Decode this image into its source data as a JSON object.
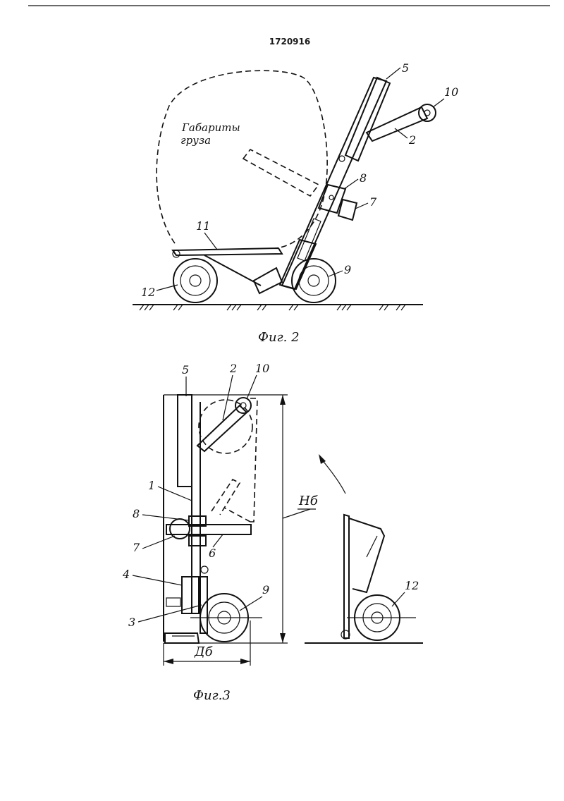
{
  "patent_number": "1720916",
  "fig2": {
    "caption": "Фиг. 2",
    "cargo_label_line1": "Габариты",
    "cargo_label_line2": "груза",
    "callouts": [
      "5",
      "10",
      "2",
      "8",
      "7",
      "11",
      "9",
      "12"
    ]
  },
  "fig3": {
    "caption": "Фиг.3",
    "callouts": [
      "5",
      "2",
      "10",
      "1",
      "8",
      "7",
      "6",
      "4",
      "3",
      "9",
      "12"
    ],
    "dim_height": "Нб",
    "dim_width": "Дб"
  }
}
